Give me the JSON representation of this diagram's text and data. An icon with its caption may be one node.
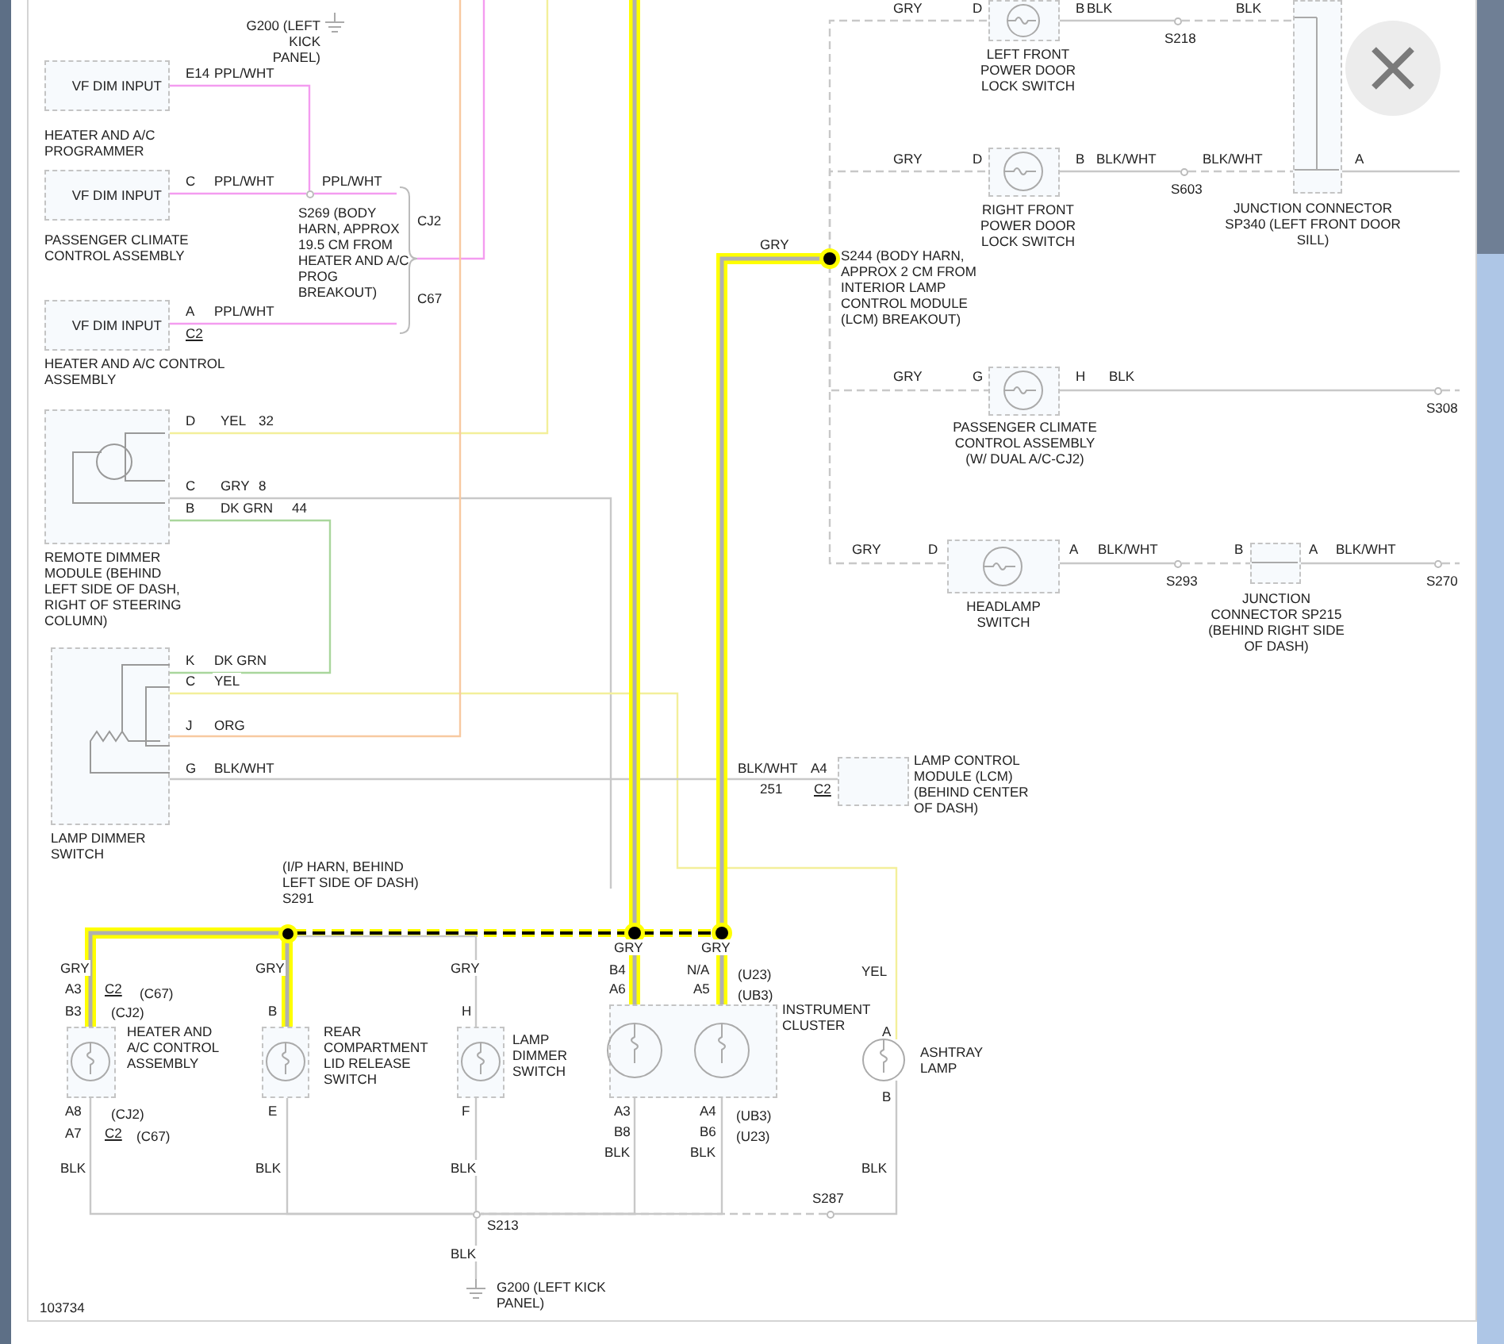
{
  "diagram": {
    "nodes": [
      {
        "text": [
          "G200 (LEFT KICK PANEL)"
        ]
      },
      {
        "text": [
          "VF DIM INPUT",
          "HEATER AND A/C PROGRAMMER"
        ]
      },
      {
        "text": [
          "S269 (BODY HARN, APPROX 19.5 CM FROM HEATER AND A/C PROG BREAKOUT)"
        ]
      },
      {
        "text": [
          "VF DIM INPUT",
          "PASSENGER CLIMATE CONTROL ASSEMBLY"
        ]
      },
      {
        "text": [
          "VF DIM INPUT",
          "HEATER AND A/C CONTROL ASSEMBLY"
        ]
      },
      {
        "text": [
          "REMOTE DIMMER MODULE (BEHIND LEFT SIDE OF DASH, RIGHT OF STEERING COLUMN)"
        ]
      },
      {
        "text": [
          "LAMP DIMMER SWITCH"
        ]
      },
      {
        "text": [
          "(I/P HARN, BEHIND LEFT SIDE OF DASH) S291"
        ]
      },
      {
        "text": [
          "HEATER AND A/C CONTROL ASSEMBLY"
        ]
      },
      {
        "text": [
          "REAR COMPARTMENT LID RELEASE SWITCH"
        ]
      },
      {
        "text": [
          "LAMP DIMMER SWITCH"
        ]
      },
      {
        "text": [
          "INSTRUMENT CLUSTER"
        ]
      },
      {
        "text": [
          "ASHTRAY LAMP"
        ]
      },
      {
        "text": [
          "S213"
        ]
      },
      {
        "text": [
          "S287"
        ]
      },
      {
        "text": [
          "G200 (LEFT KICK PANEL)"
        ]
      },
      {
        "text": [
          "S244 (BODY HARN, APPROX 2 CM FROM INTERIOR LAMP CONTROL MODULE (LCM) BREAKOUT)"
        ]
      },
      {
        "text": [
          "LAMP CONTROL MODULE (LCM) (BEHIND CENTER OF DASH)"
        ]
      },
      {
        "text": [
          "LEFT FRONT POWER DOOR LOCK SWITCH"
        ]
      },
      {
        "text": [
          "S218"
        ]
      },
      {
        "text": [
          "JUNCTION CONNECTOR SP340 (LEFT FRONT DOOR SILL)"
        ]
      },
      {
        "text": [
          "RIGHT FRONT POWER DOOR LOCK SWITCH"
        ]
      },
      {
        "text": [
          "S603"
        ]
      },
      {
        "text": [
          "PASSENGER CLIMATE CONTROL ASSEMBLY (W/ DUAL A/C-CJ2)"
        ]
      },
      {
        "text": [
          "S308"
        ]
      },
      {
        "text": [
          "HEADLAMP SWITCH"
        ]
      },
      {
        "text": [
          "S293"
        ]
      },
      {
        "text": [
          "JUNCTION CONNECTOR SP215 (BEHIND RIGHT SIDE OF DASH)"
        ]
      },
      {
        "text": [
          "S270"
        ]
      },
      {
        "text": [],
        "shape": "circle"
      },
      {
        "text": [],
        "shape": "circle"
      }
    ],
    "edges": [
      {
        "from": 1,
        "to": 2,
        "arrow": "none",
        "label": "PPL/WHT",
        "color": "#f49cf0"
      },
      {
        "from": 3,
        "to": 2,
        "arrow": "none",
        "label": "PPL/WHT",
        "color": "#f49cf0"
      },
      {
        "from": 2,
        "to": null,
        "arrow": "none",
        "label": "PPL/WHT",
        "color": "#f49cf0"
      },
      {
        "from": 4,
        "to": null,
        "arrow": "none",
        "label": "PPL/WHT",
        "color": "#f49cf0"
      },
      {
        "from": 5,
        "to": null,
        "arrow": "none",
        "label": "YEL",
        "color": "#f3ef9a"
      },
      {
        "from": 5,
        "to": null,
        "arrow": "none",
        "label": "GRY"
      },
      {
        "from": 5,
        "to": 6,
        "arrow": "none",
        "label": "DK GRN",
        "color": "#a9d69c"
      },
      {
        "from": 6,
        "to": 12,
        "arrow": "none",
        "label": "YEL",
        "color": "#f3ef9a"
      },
      {
        "from": 6,
        "to": null,
        "arrow": "none",
        "label": "ORG",
        "color": "#f7c9a0"
      },
      {
        "from": 6,
        "to": 17,
        "arrow": "none",
        "label": "BLK/WHT"
      },
      {
        "from": null,
        "to": 29,
        "arrow": "none",
        "style": "thick",
        "color": "#ffff00"
      },
      {
        "from": 16,
        "to": 30,
        "arrow": "none",
        "label": "GRY",
        "style": "thick",
        "color": "#ffff00"
      },
      {
        "from": 7,
        "to": 8,
        "arrow": "none",
        "label": "GRY",
        "style": "thick",
        "color": "#ffff00"
      },
      {
        "from": 7,
        "to": 9,
        "arrow": "none",
        "label": "GRY",
        "style": "thick",
        "color": "#ffff00"
      },
      {
        "from": 7,
        "to": 29,
        "arrow": "none",
        "style": "dashed",
        "color": "#ffff00"
      },
      {
        "from": 29,
        "to": 30,
        "arrow": "none",
        "style": "dashed",
        "color": "#ffff00"
      },
      {
        "from": 7,
        "to": 10,
        "arrow": "none",
        "label": "GRY"
      },
      {
        "from": 29,
        "to": 11,
        "arrow": "none",
        "label": "GRY",
        "style": "thick",
        "color": "#ffff00"
      },
      {
        "from": 30,
        "to": 11,
        "arrow": "none",
        "label": "GRY",
        "style": "thick",
        "color": "#ffff00"
      },
      {
        "from": 8,
        "to": 13,
        "arrow": "none",
        "label": "BLK"
      },
      {
        "from": 9,
        "to": 13,
        "arrow": "none",
        "label": "BLK"
      },
      {
        "from": 10,
        "to": 13,
        "arrow": "none",
        "label": "BLK"
      },
      {
        "from": 11,
        "to": 13,
        "arrow": "none",
        "label": "BLK"
      },
      {
        "from": 11,
        "to": 13,
        "arrow": "none",
        "label": "BLK"
      },
      {
        "from": 12,
        "to": 14,
        "arrow": "none",
        "label": "BLK"
      },
      {
        "from": 14,
        "to": 13,
        "arrow": "none",
        "style": "dashed"
      },
      {
        "from": 13,
        "to": 15,
        "arrow": "none",
        "label": "BLK"
      },
      {
        "from": 16,
        "to": 18,
        "arrow": "none",
        "label": "GRY",
        "style": "dashed"
      },
      {
        "from": 18,
        "to": 19,
        "arrow": "none",
        "label": "BLK"
      },
      {
        "from": 19,
        "to": 20,
        "arrow": "none",
        "label": "BLK",
        "style": "dashed"
      },
      {
        "from": 16,
        "to": 21,
        "arrow": "none",
        "label": "GRY",
        "style": "dashed"
      },
      {
        "from": 21,
        "to": 22,
        "arrow": "none",
        "label": "BLK/WHT"
      },
      {
        "from": 22,
        "to": 20,
        "arrow": "none",
        "label": "BLK/WHT",
        "style": "dashed"
      },
      {
        "from": 20,
        "to": null,
        "arrow": "none"
      },
      {
        "from": 16,
        "to": 23,
        "arrow": "none",
        "label": "GRY",
        "style": "dashed"
      },
      {
        "from": 23,
        "to": 24,
        "arrow": "none",
        "label": "BLK"
      },
      {
        "from": 24,
        "to": null,
        "arrow": "none",
        "style": "dashed"
      },
      {
        "from": 16,
        "to": 25,
        "arrow": "none",
        "label": "GRY",
        "style": "dashed"
      },
      {
        "from": 25,
        "to": 26,
        "arrow": "none",
        "label": "BLK/WHT"
      },
      {
        "from": 26,
        "to": 27,
        "arrow": "none",
        "style": "dashed"
      },
      {
        "from": 27,
        "to": 28,
        "arrow": "none",
        "label": "BLK/WHT"
      },
      {
        "from": 28,
        "to": null,
        "arrow": "none",
        "style": "dashed"
      }
    ],
    "labels": [
      "E14",
      "C",
      "CJ2",
      "C67",
      "A",
      "C2",
      "D",
      "32",
      "C",
      "8",
      "B",
      "44",
      "K",
      "DK GRN",
      "C",
      "J",
      "G",
      "BLK/WHT",
      "A4",
      "251",
      "C2",
      "A3",
      "C2",
      "(C67)",
      "B3",
      "(CJ2)",
      "B",
      "H",
      "B4",
      "A6",
      "N/A",
      "A5",
      "(U23)",
      "(UB3)",
      "YEL",
      "A",
      "B",
      "A8",
      "(CJ2)",
      "A7",
      "C2",
      "(C67)",
      "E",
      "F",
      "A3",
      "B8",
      "A4",
      "B6",
      "(UB3)",
      "(U23)",
      "D",
      "B",
      "D",
      "B",
      "A",
      "G",
      "H",
      "D",
      "A",
      "B",
      "A",
      "103734"
    ]
  }
}
